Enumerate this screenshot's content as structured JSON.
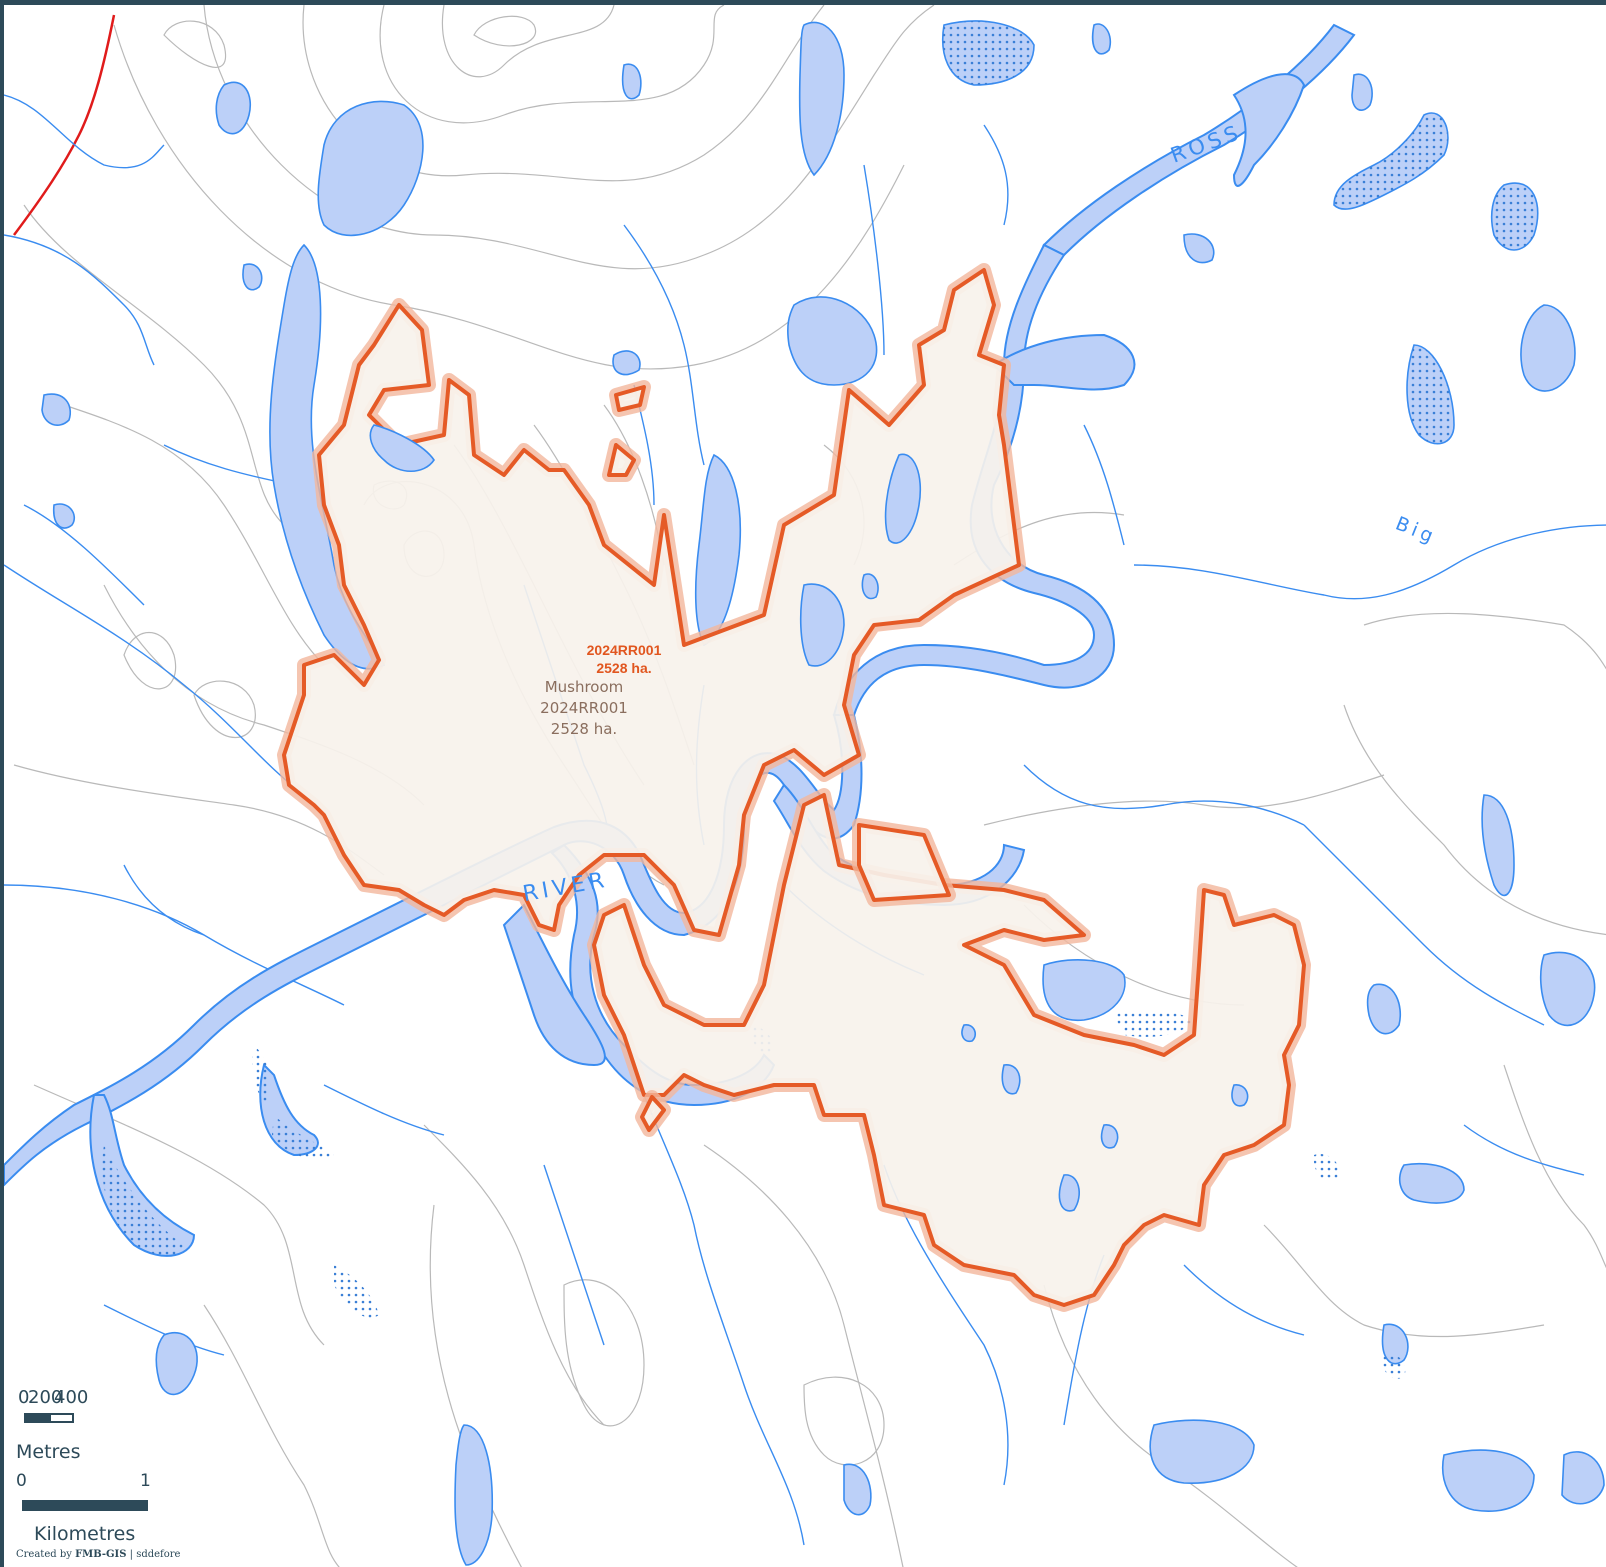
{
  "map": {
    "fire": {
      "id": "2024RR001",
      "area": "2528 ha.",
      "cause_label": "Mushroom",
      "color": "#e55a26"
    },
    "water_labels": {
      "ross": "ROSS",
      "river": "RIVER",
      "big": "Big"
    },
    "colors": {
      "water_fill": "#bcd0f8",
      "water_stroke": "#3a8cf0",
      "contour": "#b9b9b9",
      "road": "#e01b1b",
      "frame": "#2d4a59"
    }
  },
  "scale_bar": {
    "metres_ticks": [
      "0",
      "200",
      "400"
    ],
    "metres_unit": "Metres",
    "km_tick_start": "0",
    "km_tick_end": "1",
    "km_unit": "Kilometres"
  },
  "credit": {
    "prefix": "Created by ",
    "org": "FMB-GIS",
    "suffix": " | sddefore"
  }
}
